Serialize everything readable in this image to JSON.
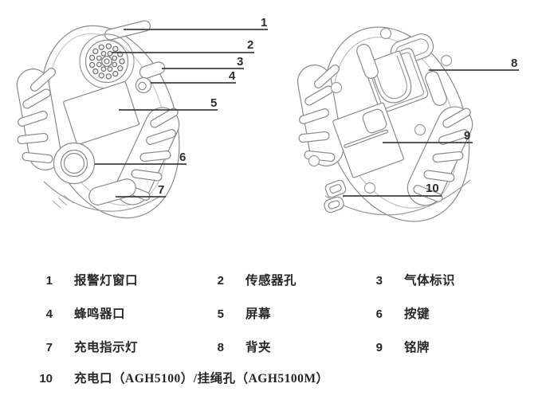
{
  "legend": {
    "items": [
      {
        "number": "1",
        "label": "报警灯窗口"
      },
      {
        "number": "2",
        "label": "传感器孔"
      },
      {
        "number": "3",
        "label": "气体标识"
      },
      {
        "number": "4",
        "label": "蜂鸣器口"
      },
      {
        "number": "5",
        "label": "屏幕"
      },
      {
        "number": "6",
        "label": "按键"
      },
      {
        "number": "7",
        "label": "充电指示灯"
      },
      {
        "number": "8",
        "label": "背夹"
      },
      {
        "number": "9",
        "label": "铭牌"
      },
      {
        "number": "10",
        "label": "充电口（AGH5100）/挂绳孔（AGH5100M）"
      }
    ]
  },
  "colors": {
    "background": "#ffffff",
    "callout_line": "#3f3f3f",
    "device_outline": "#8a8a8a",
    "device_outline_light": "#c4c4c4",
    "text": "#262626"
  }
}
